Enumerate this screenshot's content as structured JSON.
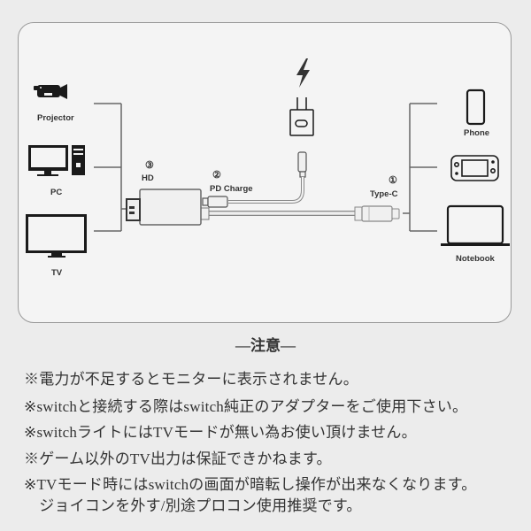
{
  "diagram": {
    "left_devices": [
      {
        "label": "Projector",
        "icon": "video-camera-icon"
      },
      {
        "label": "PC",
        "icon": "desktop-pc-icon"
      },
      {
        "label": "TV",
        "icon": "tv-icon"
      }
    ],
    "right_devices": [
      {
        "label": "Phone",
        "icon": "smartphone-icon"
      },
      {
        "label": "",
        "icon": "game-console-icon"
      },
      {
        "label": "Notebook",
        "icon": "laptop-icon"
      }
    ],
    "ports": [
      {
        "number": "③",
        "label": "HD"
      },
      {
        "number": "②",
        "label": "PD Charge"
      },
      {
        "number": "①",
        "label": "Type-C"
      }
    ],
    "power_icon": "lightning-bolt-icon",
    "charger_icon": "power-adapter-icon"
  },
  "notes": {
    "title": "—注意—",
    "items": [
      "※電力が不足するとモニターに表示されません。",
      "※switchと接続する際はswitch純正のアダプターをご使用下さい。",
      "※switchライトにはTVモードが無い為お使い頂けません。",
      "※ゲーム以外のTV出力は保証できかねます。",
      "※TVモード時にはswitchの画面が暗転し操作が出来なくなります。",
      "　ジョイコンを外す/別途プロコン使用推奨です。"
    ]
  },
  "colors": {
    "background": "#ececec",
    "panel": "#f4f4f4",
    "line": "#666666",
    "icon": "#1a1a1a"
  }
}
